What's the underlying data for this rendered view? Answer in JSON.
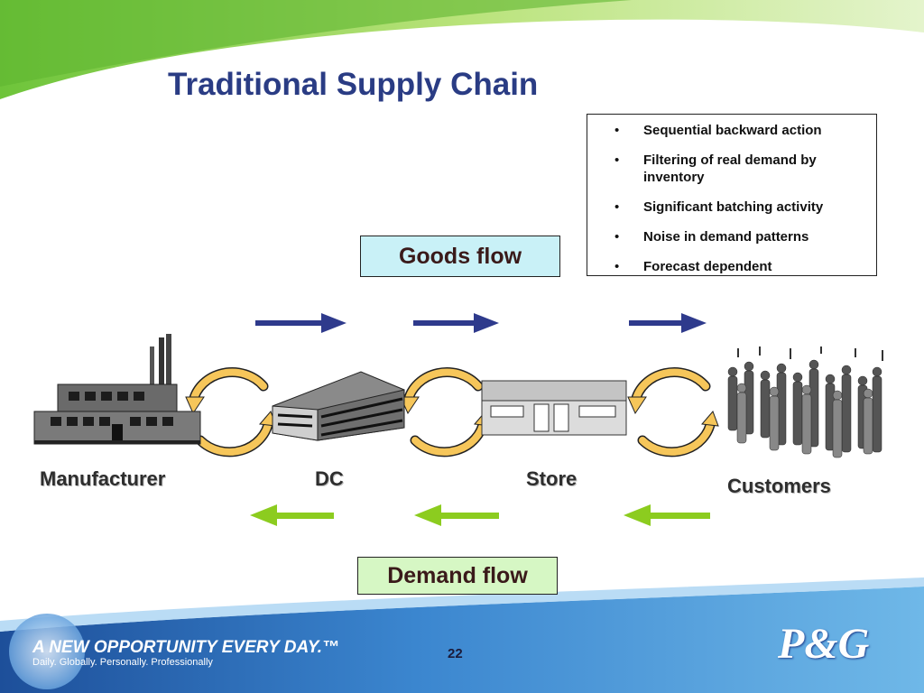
{
  "slide": {
    "title": "Traditional Supply Chain",
    "page_number": "22"
  },
  "bullets": [
    "Sequential backward action",
    "Filtering of real demand by inventory",
    "Significant batching activity",
    "Noise in demand patterns",
    "Forecast dependent"
  ],
  "flows": {
    "goods": "Goods flow",
    "demand": "Demand flow"
  },
  "nodes": {
    "manufacturer": "Manufacturer",
    "dc": "DC",
    "store": "Store",
    "customers": "Customers"
  },
  "footer": {
    "tagline": "A NEW OPPORTUNITY EVERY DAY.™",
    "subline": "Daily. Globally. Personally. Professionally",
    "logo": "P&G"
  },
  "colors": {
    "title": "#2a3c84",
    "goods_arrow": "#2e3a8c",
    "demand_arrow": "#8ccc1f",
    "cycle_arrow": "#f6c65a",
    "footer_blue": "#1f5aa8",
    "top_band": "#8bd24a"
  }
}
